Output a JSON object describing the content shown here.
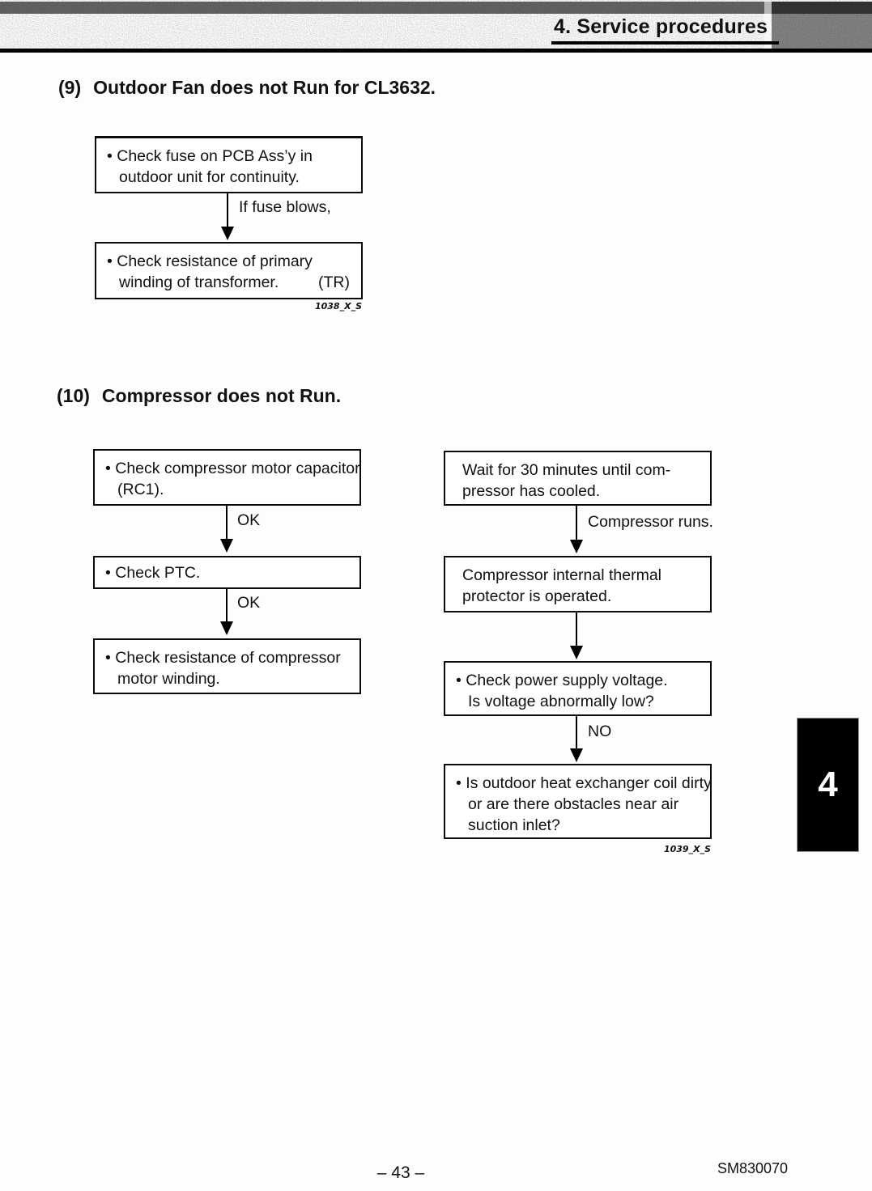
{
  "page": {
    "header_title": "4. Service procedures",
    "page_number": "– 43 –",
    "doc_code": "SM830070",
    "tab_label": "4"
  },
  "colors": {
    "ink": "#111111",
    "paper": "#fdfdfc",
    "tab_bg": "#000000",
    "tab_text": "#ffffff"
  },
  "section9": {
    "number": "(9)",
    "title": "Outdoor Fan does not Run for CL3632.",
    "box1_line1": "• Check fuse on PCB Ass’y in",
    "box1_line2": "outdoor unit for continuity.",
    "arrow1_label": "If fuse blows,",
    "box2_line1": "• Check resistance of primary",
    "box2_line2": "winding of transformer.",
    "box2_tag": "(TR)",
    "caption": "1038_X_S"
  },
  "section10": {
    "number": "(10)",
    "title": "Compressor does not Run.",
    "left": {
      "box1_line1": "• Check compressor motor capacitor",
      "box1_line2": "(RC1).",
      "arrow1_label": "OK",
      "box2_line1": "• Check PTC.",
      "arrow2_label": "OK",
      "box3_line1": "• Check resistance of compressor",
      "box3_line2": "motor winding."
    },
    "right": {
      "box1_line1": "Wait for 30 minutes until com-",
      "box1_line2": "pressor has cooled.",
      "arrow1_label": "Compressor runs.",
      "box2_line1": "Compressor internal thermal",
      "box2_line2": "protector is operated.",
      "box3_line1": "• Check power supply voltage.",
      "box3_line2": "Is voltage abnormally low?",
      "arrow3_label": "NO",
      "box4_line1": "• Is outdoor heat exchanger coil dirty",
      "box4_line2": "or are there obstacles near air",
      "box4_line3": "suction inlet?",
      "caption": "1039_X_S"
    }
  }
}
